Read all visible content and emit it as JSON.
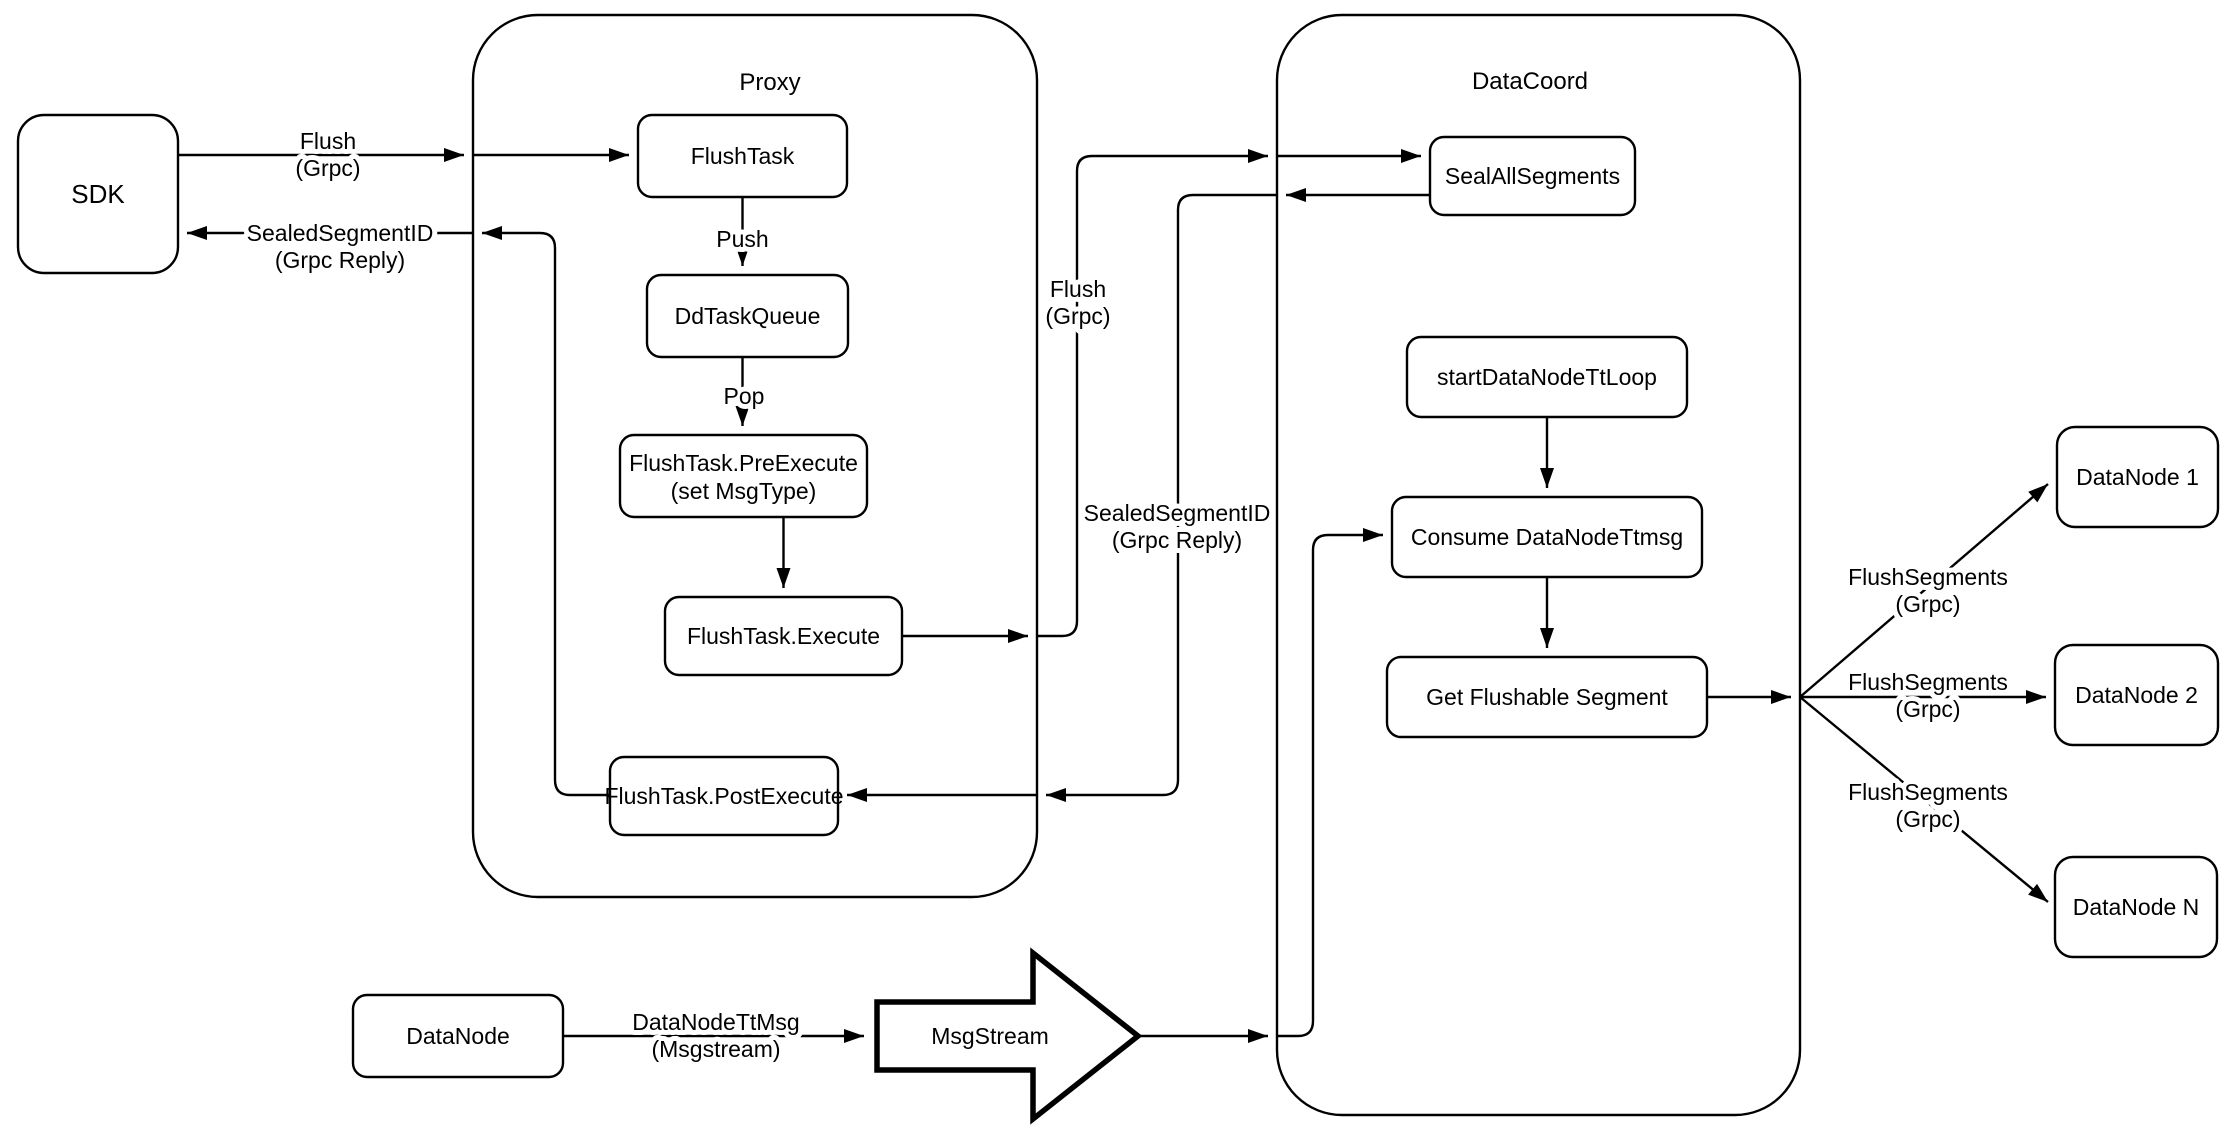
{
  "containers": {
    "proxy": {
      "title": "Proxy"
    },
    "datacoord": {
      "title": "DataCoord"
    }
  },
  "nodes": {
    "sdk": {
      "label": "SDK"
    },
    "flush_task": {
      "label": "FlushTask"
    },
    "dd_task_queue": {
      "label": "DdTaskQueue"
    },
    "pre_execute": {
      "label": "FlushTask.PreExecute",
      "sublabel": "(set MsgType)"
    },
    "execute": {
      "label": "FlushTask.Execute"
    },
    "post_execute": {
      "label": "FlushTask.PostExecute"
    },
    "seal_all_segments": {
      "label": "SealAllSegments"
    },
    "start_datanode_tt_loop": {
      "label": "startDataNodeTtLoop"
    },
    "consume_datanode_ttmsg": {
      "label": "Consume DataNodeTtmsg"
    },
    "get_flushable_segment": {
      "label": "Get Flushable Segment"
    },
    "datanode_1": {
      "label": "DataNode 1"
    },
    "datanode_2": {
      "label": "DataNode 2"
    },
    "datanode_n": {
      "label": "DataNode N"
    },
    "datanode": {
      "label": "DataNode"
    },
    "msgstream": {
      "label": "MsgStream"
    }
  },
  "edges": {
    "sdk_flush": {
      "label": "Flush",
      "sublabel": "(Grpc)"
    },
    "sealed_to_sdk": {
      "label": "SealedSegmentID",
      "sublabel": "(Grpc Reply)"
    },
    "push": {
      "label": "Push"
    },
    "pop": {
      "label": "Pop"
    },
    "flush_to_datacoord": {
      "label": "Flush",
      "sublabel": "(Grpc)"
    },
    "sealed_to_proxy": {
      "label": "SealedSegmentID",
      "sublabel": "(Grpc Reply)"
    },
    "flush_segments_1": {
      "label": "FlushSegments",
      "sublabel": "(Grpc)"
    },
    "flush_segments_2": {
      "label": "FlushSegments",
      "sublabel": "(Grpc)"
    },
    "flush_segments_3": {
      "label": "FlushSegments",
      "sublabel": "(Grpc)"
    },
    "datanode_ttmsg": {
      "label": "DataNodeTtMsg",
      "sublabel": "(Msgstream)"
    }
  },
  "colors": {
    "stroke": "#000000",
    "background": "#ffffff",
    "node_fill": "#ffffff"
  }
}
